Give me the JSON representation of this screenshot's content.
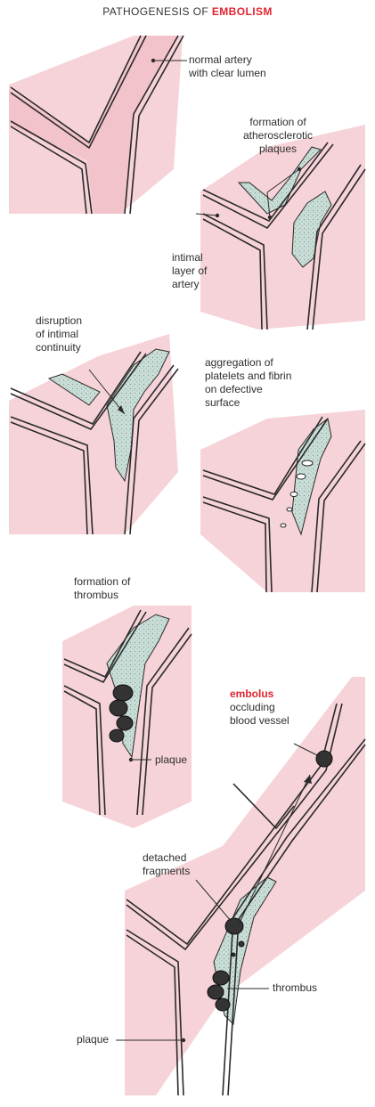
{
  "title": {
    "prefix": "PATHOGENESIS OF ",
    "highlight": "EMBOLISM"
  },
  "colors": {
    "blood": "#f6d3d8",
    "plaque": "#c9ddd7",
    "wall": "#2a2a2a",
    "accent": "#e0242f"
  },
  "labels": {
    "normal_artery": [
      "normal artery",
      "with clear lumen"
    ],
    "plaques": [
      "formation of",
      "atherosclerotic",
      "plaques"
    ],
    "intimal": [
      "intimal",
      "layer of",
      "artery"
    ],
    "disruption": [
      "disruption",
      "of intimal",
      "continuity"
    ],
    "aggregation": [
      "aggregation of",
      "platelets and fibrin",
      "on defective",
      "surface"
    ],
    "thrombus_formation": [
      "formation of",
      "thrombus"
    ],
    "plaque_1": "plaque",
    "embolus_word": "embolus",
    "embolus": [
      "occluding",
      "blood vessel"
    ],
    "detached": [
      "detached",
      "fragments"
    ],
    "thrombus": "thrombus",
    "plaque_2": "plaque"
  }
}
